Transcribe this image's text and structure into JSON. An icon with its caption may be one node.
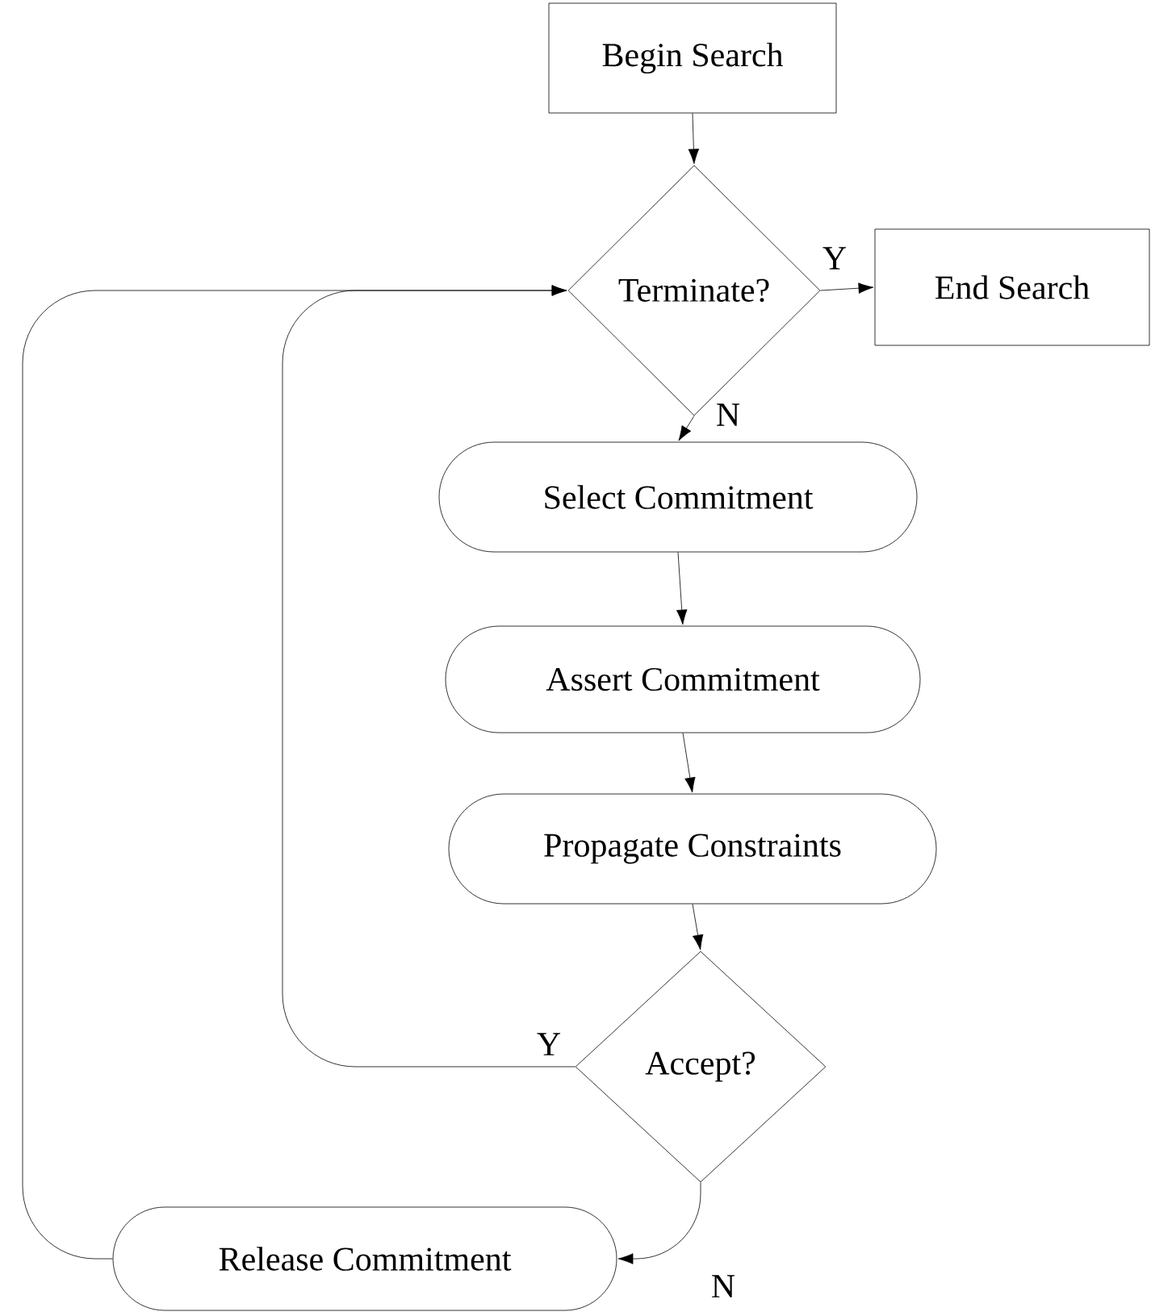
{
  "diagram": {
    "nodes": [
      {
        "text": [
          "Begin Search"
        ]
      },
      {
        "text": [
          "Terminate?"
        ]
      },
      {
        "text": [
          "End Search"
        ]
      },
      {
        "text": [
          "Select Commitment"
        ]
      },
      {
        "text": [
          "Assert Commitment"
        ]
      },
      {
        "text": [
          "Propagate Constraints"
        ]
      },
      {
        "text": [
          "Accept?"
        ]
      },
      {
        "text": [
          "Release Commitment"
        ]
      }
    ],
    "edges": [
      {
        "from": 0,
        "to": 1,
        "arrow": "to"
      },
      {
        "from": 1,
        "to": 2,
        "arrow": "to",
        "label": "Y"
      },
      {
        "from": 1,
        "to": 3,
        "arrow": "to",
        "label": "N"
      },
      {
        "from": 3,
        "to": 4,
        "arrow": "to"
      },
      {
        "from": 4,
        "to": 5,
        "arrow": "to"
      },
      {
        "from": 5,
        "to": 6,
        "arrow": "to"
      },
      {
        "from": 6,
        "to": 1,
        "arrow": "to",
        "label": "Y"
      },
      {
        "from": 6,
        "to": 7,
        "arrow": "to",
        "label": "N"
      },
      {
        "from": 7,
        "to": 1,
        "arrow": "to"
      }
    ]
  }
}
